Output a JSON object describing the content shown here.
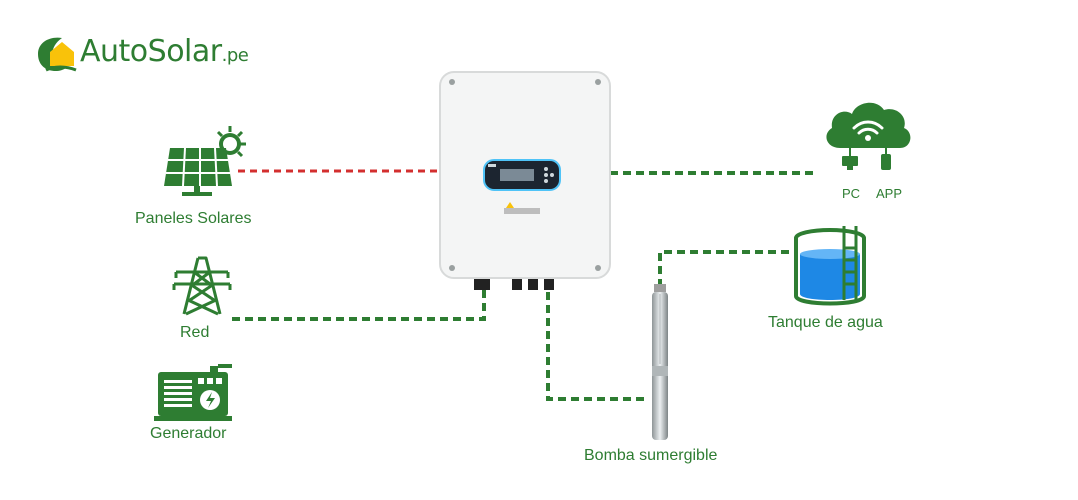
{
  "brand": {
    "name": "AutoSolar",
    "suffix": ".pe"
  },
  "colors": {
    "green": "#2e7d32",
    "red": "#d32f2f",
    "inverter_body": "#f4f5f5",
    "water": "#1e88e5"
  },
  "labels": {
    "paneles": "Paneles Solares",
    "red": "Red",
    "generador": "Generador",
    "pc": "PC",
    "app": "APP",
    "tanque": "Tanque de agua",
    "bomba": "Bomba sumergible"
  },
  "icons": [
    "solar-panel-icon",
    "power-tower-icon",
    "generator-icon",
    "cloud-wifi-icon",
    "water-tank-icon",
    "submersible-pump-icon",
    "inverter-icon"
  ]
}
